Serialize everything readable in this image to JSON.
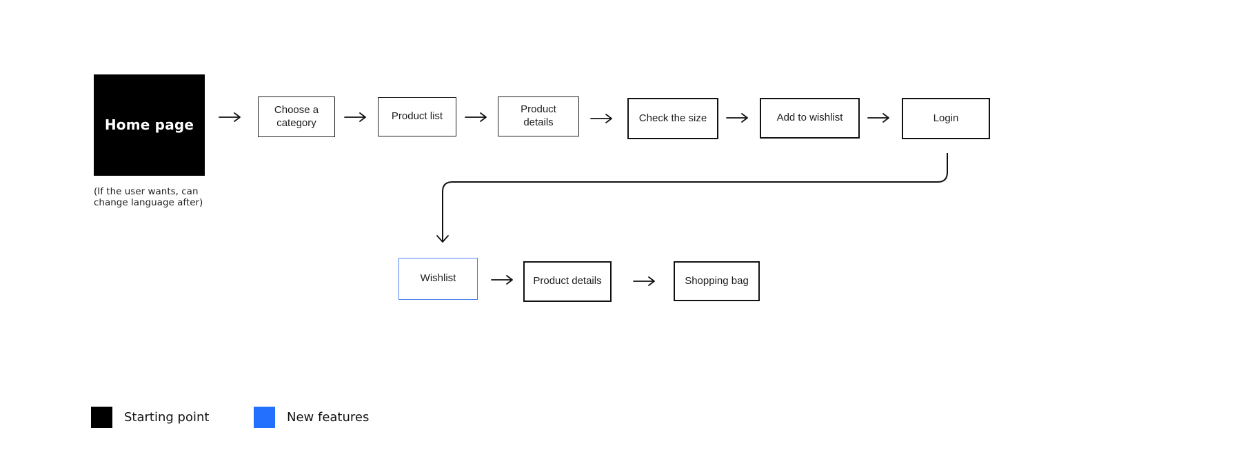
{
  "flow": {
    "start": {
      "label": "Home page",
      "caption": "(If the user wants, can\nchange language after)"
    },
    "row1": [
      {
        "label": "Choose a\ncategory"
      },
      {
        "label": "Product list"
      },
      {
        "label": "Product\ndetails"
      },
      {
        "label": "Check the size"
      },
      {
        "label": "Add to wishlist"
      },
      {
        "label": "Login"
      }
    ],
    "row2": [
      {
        "label": "Wishlist",
        "highlight": true
      },
      {
        "label": "Product details"
      },
      {
        "label": "Shopping bag"
      }
    ]
  },
  "legend": [
    {
      "label": "Starting point",
      "color": "#000000"
    },
    {
      "label": "New features",
      "color": "#2370ff"
    }
  ],
  "colors": {
    "background": "#ffffff",
    "node_border": "#111111",
    "arrow": "#111111",
    "start_fill": "#000000",
    "start_text": "#ffffff",
    "new_feature_blue": "#2370ff",
    "wishlist_border": "#4b80f0"
  }
}
